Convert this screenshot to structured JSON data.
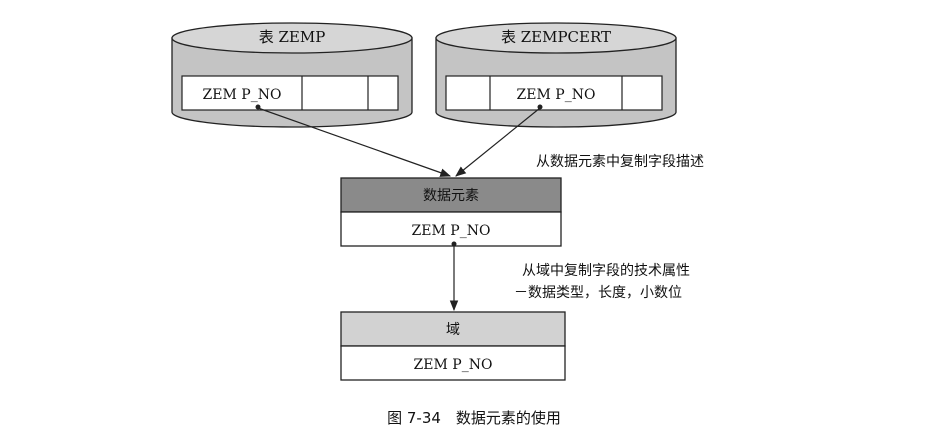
{
  "tables": [
    {
      "label": "表 ZEMP",
      "field": "ZEM P_NO"
    },
    {
      "label": "表 ZEMPCERT",
      "field": "ZEM P_NO"
    }
  ],
  "data_element": {
    "header": "数据元素",
    "field": "ZEM P_NO"
  },
  "domain": {
    "header": "域",
    "field": "ZEM P_NO"
  },
  "annotations": {
    "copy_description": "从数据元素中复制字段描述",
    "copy_tech_line1": "从域中复制字段的技术属性",
    "copy_tech_line2": "－数据类型，长度，小数位"
  },
  "caption": "图 7-34　数据元素的使用",
  "colors": {
    "cylinder_top": "#d6d6d6",
    "cylinder_body": "#c4c4c4",
    "header_dark": "#8a8a8a",
    "header_light": "#d2d2d2",
    "stroke": "#222222"
  }
}
